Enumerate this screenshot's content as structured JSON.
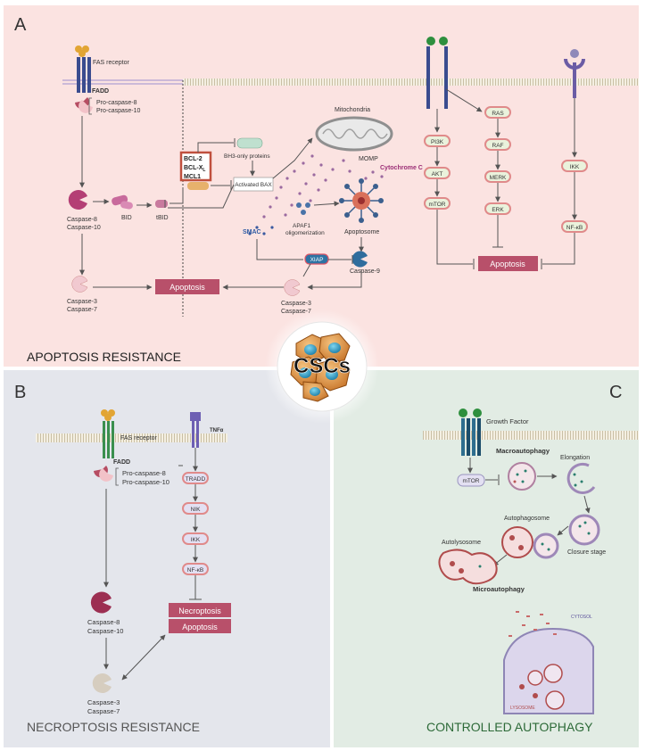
{
  "panels": {
    "a": {
      "letter": "A",
      "title": "APOPTOSIS RESISTANCE"
    },
    "b": {
      "letter": "B",
      "title": "NECROPTOSIS RESISTANCE"
    },
    "c": {
      "letter": "C",
      "title": "CONTROLLED AUTOPHAGY"
    }
  },
  "center": {
    "label": "CSCs"
  },
  "a": {
    "fas_receptor": "FAS receptor",
    "fadd": "FADD",
    "procaspase8": "Pro-caspase-8",
    "procaspase10": "Pro-caspase-10",
    "caspase8": "Caspase-8",
    "caspase10": "Caspase-10",
    "bid": "BID",
    "tbid": "tBID",
    "caspase3": "Caspase-3",
    "caspase7": "Caspase-7",
    "apoptosis": "Apoptosis",
    "bcl2": "BCL-2",
    "bclxl": "BCL-X",
    "bclxl_sub": "L",
    "mcl1": "MCL1",
    "bh3": "BH3-only proteins",
    "activated_bax": "Activated BAX",
    "mitochondria": "Mitochondria",
    "momp": "MOMP",
    "cytochrome_c": "Cytochrome C",
    "smac": "SMAC",
    "apaf1_1": "APAF1",
    "apaf1_2": "oligomerization",
    "apoptosome": "Apoptosome",
    "xiap": "XIAP",
    "caspase9": "Caspase-9",
    "caspase3b": "Caspase-3",
    "caspase7b": "Caspase-7",
    "ras": "RAS",
    "raf": "RAF",
    "merk": "MERK",
    "erk": "ERK",
    "pi3k": "PI3K",
    "akt": "AKT",
    "mtor": "mTOR",
    "ikk": "IKK",
    "nfkb": "NF-κB",
    "apoptosis2": "Apoptosis"
  },
  "b": {
    "fas_receptor": "FAS receptor",
    "tnfa": "TNFα",
    "fadd": "FADD",
    "procaspase8": "Pro-caspase-8",
    "procaspase10": "Pro-caspase-10",
    "tradd": "TRADD",
    "nik": "NIK",
    "ikk": "IKK",
    "nfkb": "NF-κB",
    "necroptosis": "Necroptosis",
    "apoptosis": "Apoptosis",
    "caspase8": "Caspase-8",
    "caspase10": "Caspase-10",
    "caspase3": "Caspase-3",
    "caspase7": "Caspase-7"
  },
  "c": {
    "growth_factor": "Growth Factor",
    "mtor": "mTOR",
    "macroautophagy": "Macroautophagy",
    "elongation": "Elongation",
    "autophagosome": "Autophagosome",
    "closure": "Closure stage",
    "autolysosome": "Autolysosome",
    "microautophagy": "Microautophagy",
    "cytosol": "CYTOSOL",
    "lysosome": "LYSOSOME"
  },
  "colors": {
    "panel_a_bg": "#fbe3e1",
    "panel_b_bg": "#e4e6ec",
    "panel_c_bg": "#e2ece4",
    "apoptosis_box": "#b8506a",
    "node_fill": "#eaf2dc",
    "node_ring": "#e08a8a",
    "mito": "#8f8f8f",
    "csc_cell": "#e39a4b",
    "csc_nucleus": "#2aa3cf",
    "text": "#333333"
  }
}
